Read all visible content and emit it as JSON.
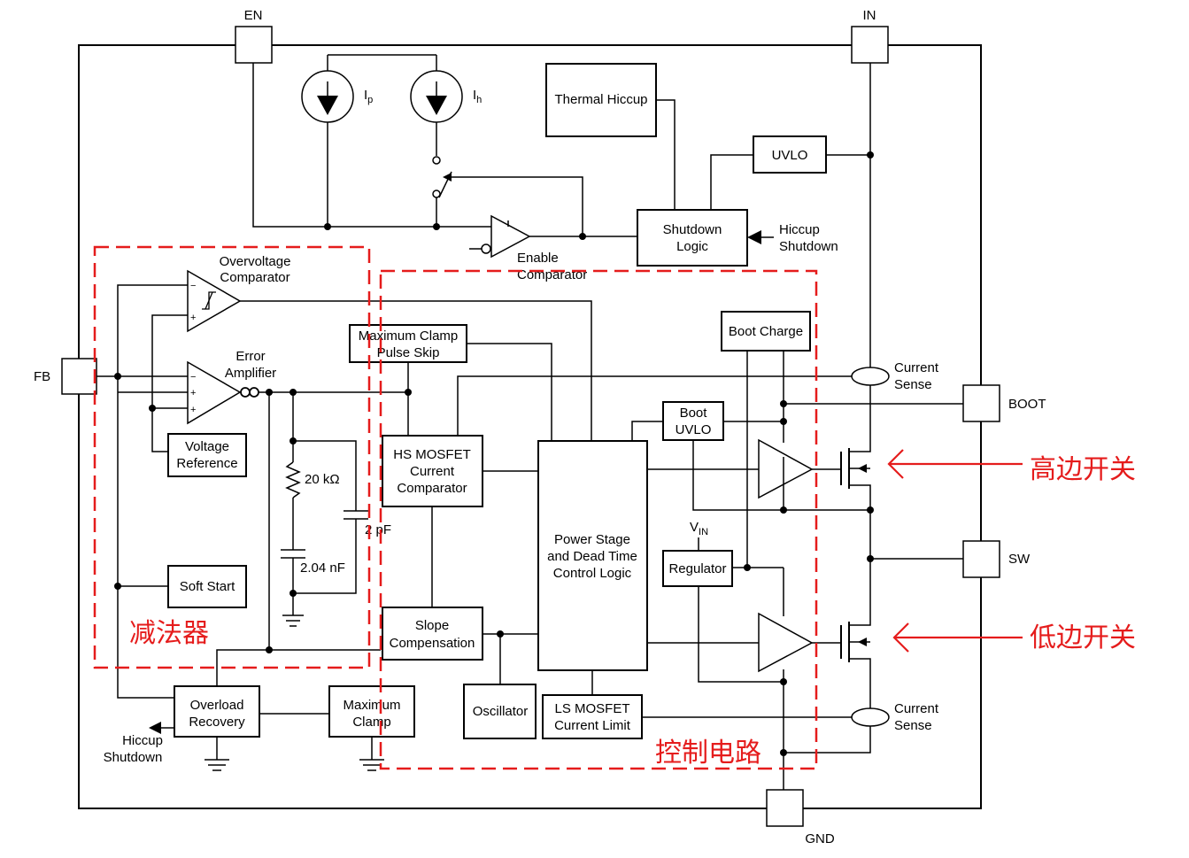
{
  "pins": {
    "en": "EN",
    "in": "IN",
    "fb": "FB",
    "boot": "BOOT",
    "sw": "SW",
    "gnd": "GND"
  },
  "sources": {
    "ip": "I",
    "ip_sub": "p",
    "ih": "I",
    "ih_sub": "h"
  },
  "blocks": {
    "thermal_hiccup": "Thermal Hiccup",
    "uvlo": "UVLO",
    "shutdown_logic": [
      "Shutdown",
      "Logic"
    ],
    "hiccup_shutdown_right": [
      "Hiccup",
      "Shutdown"
    ],
    "enable_comparator": [
      "Enable",
      "Comparator"
    ],
    "overvoltage_comparator": [
      "Overvoltage",
      "Comparator"
    ],
    "error_amplifier": [
      "Error",
      "Amplifier"
    ],
    "max_clamp_pulse_skip": [
      "Maximum Clamp",
      "Pulse Skip"
    ],
    "boot_charge": "Boot Charge",
    "current_sense_top": [
      "Current",
      "Sense"
    ],
    "boot_uvlo": [
      "Boot",
      "UVLO"
    ],
    "voltage_reference": [
      "Voltage",
      "Reference"
    ],
    "hs_mosfet_comparator": [
      "HS MOSFET",
      "Current",
      "Comparator"
    ],
    "power_stage": [
      "Power Stage",
      "and Dead Time",
      "Control Logic"
    ],
    "r_value": "20 kΩ",
    "c_small": "2 pF",
    "c_large": "2.04 nF",
    "vin_label": "V",
    "vin_sub": "IN",
    "regulator": "Regulator",
    "soft_start": "Soft Start",
    "slope_compensation": [
      "Slope",
      "Compensation"
    ],
    "oscillator": "Oscillator",
    "overload_recovery": [
      "Overload",
      "Recovery"
    ],
    "maximum_clamp": [
      "Maximum",
      "Clamp"
    ],
    "ls_mosfet_current_limit": [
      "LS MOSFET",
      "Current Limit"
    ],
    "current_sense_bottom": [
      "Current",
      "Sense"
    ],
    "hiccup_shutdown_left": [
      "Hiccup",
      "Shutdown"
    ]
  },
  "annotations": {
    "high_side_switch": "高边开关",
    "low_side_switch": "低边开关",
    "subtractor": "减法器",
    "control_circuit": "控制电路"
  },
  "colors": {
    "annotation": "#e51c1c",
    "lines": "#000000",
    "background": "#ffffff"
  }
}
